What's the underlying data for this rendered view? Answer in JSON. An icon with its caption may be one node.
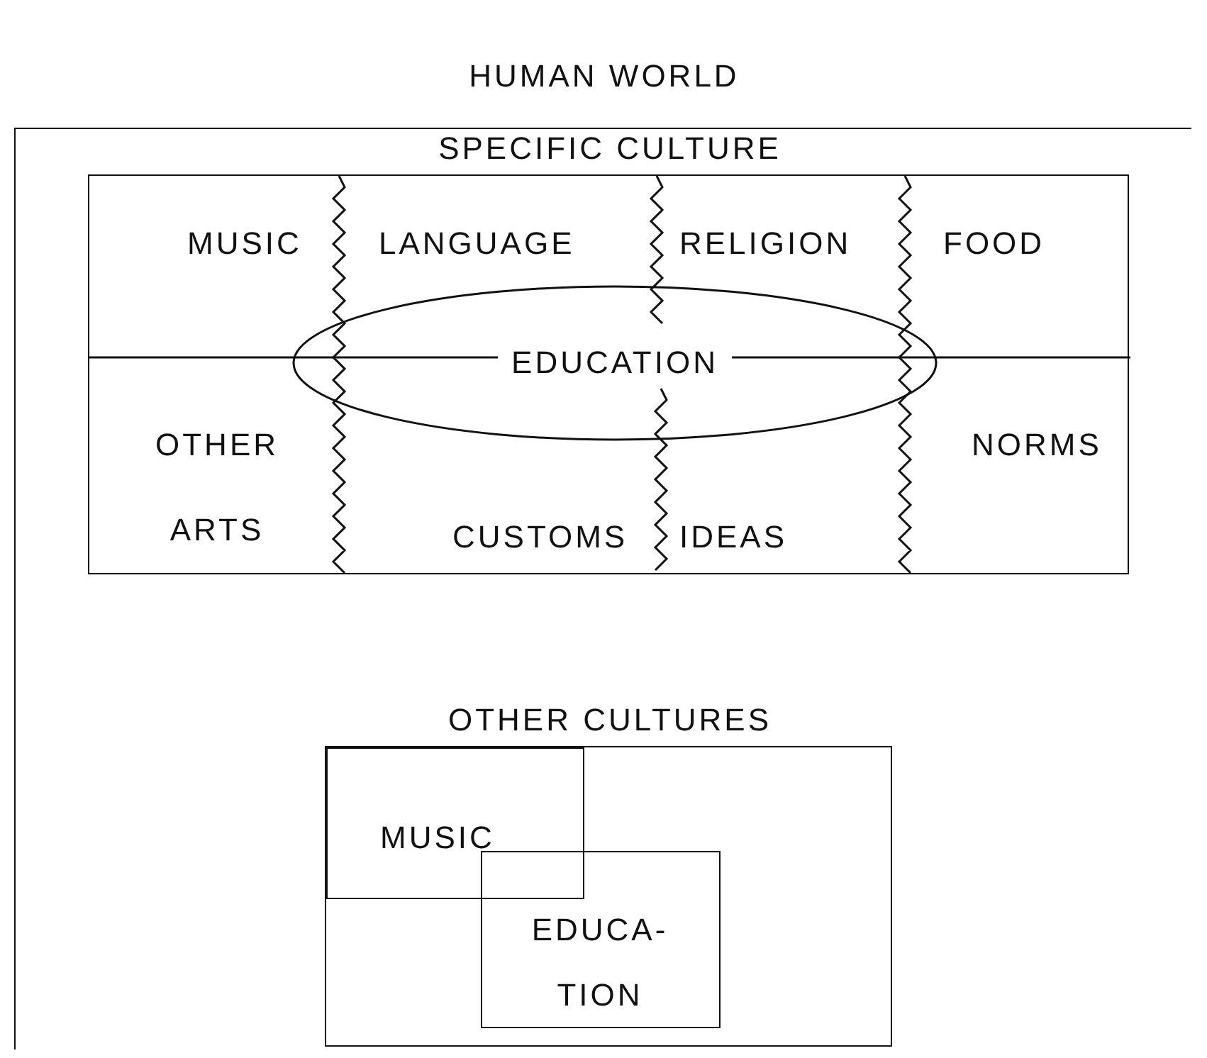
{
  "diagram": {
    "nodes": [
      {
        "text": [
          "HUMAN WORLD"
        ]
      },
      {
        "text": [
          "SPECIFIC CULTURE"
        ],
        "in": 0
      },
      {
        "text": [
          "EDUCATION"
        ],
        "in": 1
      },
      {
        "text": [
          "OTHER CULTURES"
        ],
        "in": 0
      },
      {
        "text": [
          "MUSIC"
        ],
        "in": 3
      },
      {
        "text": [
          "EDUCA- TION"
        ],
        "in": 3
      }
    ],
    "edges": [],
    "labels": [
      "MUSIC",
      "LANGUAGE",
      "RELIGION",
      "FOOD",
      "OTHER ARTS",
      "NORMS",
      "CUSTOMS",
      "IDEAS"
    ]
  }
}
